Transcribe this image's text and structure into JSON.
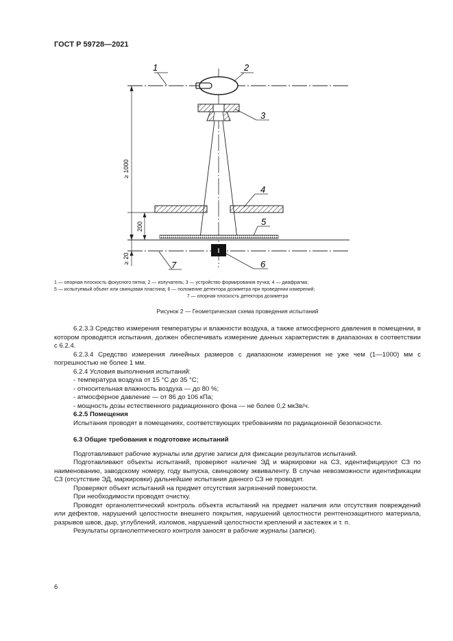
{
  "header": {
    "doc_id": "ГОСТ Р 59728—2021"
  },
  "figure": {
    "callouts": [
      "1",
      "2",
      "3",
      "4",
      "5",
      "6",
      "7"
    ],
    "dim_labels": {
      "main": "≥ 1000",
      "diaphragm": "200",
      "detector": "≥ 20"
    },
    "legend_lines": [
      "1 — опорная плоскость фокусного пятна; 2 — излучатель; 3 — устройство формирования пучка; 4 — диафрагма;",
      "5 — испытуемый объект или свинцовая пластина; 6 — положение детектора дозиметра при проведении измерений;",
      "7 — опорная плоскость детектора дозиметра"
    ],
    "caption": "Рисунок 2 — Геометрическая схема проведения испытаний"
  },
  "body": {
    "p1": "6.2.3.3 Средство измерения температуры и влажности воздуха, а также атмосферного давления в помещении, в котором проводятся испытания, должен обеспечивать измерение данных характеристик в диапазонах в соответствии с 6.2.4.",
    "p2": "6.2.3.4 Средство измерения линейных размеров с диапазоном измерения не уже чем (1—1000) мм с погрешностью не более 1 мм.",
    "p3": "6.2.4 Условия выполнения испытаний:",
    "list": [
      "- температура воздуха от 15 °С до 35 °С;",
      "- относительная влажность воздуха — до 80 %;",
      "- атмосферное давление — от 86 до 106 кПа;",
      "- мощность дозы естественного радиационного фона — не более 0,2 мкЗв/ч."
    ],
    "s625": "6.2.5 Помещения",
    "p4": "Испытания проводят в помещениях, соответствующих требованиям по радиационной безопасности.",
    "s63": "6.3 Общие требования к подготовке испытаний",
    "p5": "Подготавливают рабочие журналы или другие записи для фиксации результатов испытаний.",
    "p6": "Подготавливают объекты испытаний, проверяют наличие ЭД и маркировки на СЗ, идентифицируют СЗ по наименованию, заводскому номеру, году выпуска, свинцовому эквиваленту. В случае невозможности идентификации СЗ (отсутствие ЭД, маркировки) дальнейшие испытания данного СЗ не проводят.",
    "p7": "Проверяют объект испытаний на предмет отсутствия загрязнений поверхности.",
    "p8": "При необходимости проводят очистку.",
    "p9": "Проводят органолептический контроль объекта испытаний на предмет наличия или отсутствия повреждений или дефектов, нарушений целостности внешнего покрытия, нарушений целостности рентгенозащитного материала, разрывов швов, дыр, углублений, изломов, нарушений целостности креплений и застежек и т. п.",
    "p10": "Результаты органолептического контроля заносят в рабочие журналы (записи)."
  },
  "footer": {
    "page_number": "6"
  }
}
